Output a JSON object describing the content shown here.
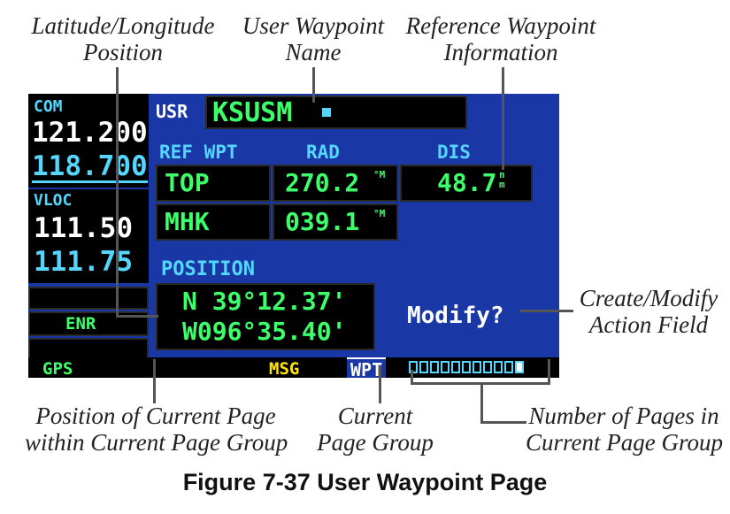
{
  "callouts": {
    "lat_lon": "Latitude/Longitude\nPosition",
    "lat_lon_line1": "Latitude/Longitude",
    "lat_lon_line2": "Position",
    "user_wpt_line1": "User Waypoint",
    "user_wpt_line2": "Name",
    "ref_wpt_line1": "Reference Waypoint",
    "ref_wpt_line2": "Information",
    "action_line1": "Create/Modify",
    "action_line2": "Action Field",
    "page_pos_line1": "Position of Current Page",
    "page_pos_line2": "within Current Page Group",
    "page_group_line1": "Current",
    "page_group_line2": "Page Group",
    "num_pages_line1": "Number of Pages in",
    "num_pages_line2": "Current Page Group"
  },
  "caption": "Figure 7-37  User Waypoint Page",
  "left_panel": {
    "com_label": "COM",
    "com_active": "121.200",
    "com_standby": "118.700",
    "vloc_label": "VLOC",
    "vloc_active": "111.50",
    "vloc_standby": "111.75",
    "mode": "ENR"
  },
  "main": {
    "usr_label": "USR",
    "waypoint_name": "KSUSM",
    "headers": {
      "ref_wpt": "REF WPT",
      "rad": "RAD",
      "dis": "DIS"
    },
    "rows": [
      {
        "wpt": "TOP",
        "rad": "270.2",
        "rad_unit": "°M",
        "dis": "48.7",
        "dis_unit": "nm"
      },
      {
        "wpt": "MHK",
        "rad": "039.1",
        "rad_unit": "°M"
      }
    ],
    "position_label": "POSITION",
    "lat": "N 39°12.37'",
    "lon": "W096°35.40'",
    "action": "Modify?"
  },
  "status_bar": {
    "gps": "GPS",
    "msg": "MSG",
    "page_group": "WPT",
    "page_count": 11,
    "current_page": 11
  },
  "colors": {
    "screen_bg": "#1a37a6",
    "text_cyan": "#55d6ff",
    "text_green": "#3cff6a",
    "text_yellow": "#ffe600"
  }
}
